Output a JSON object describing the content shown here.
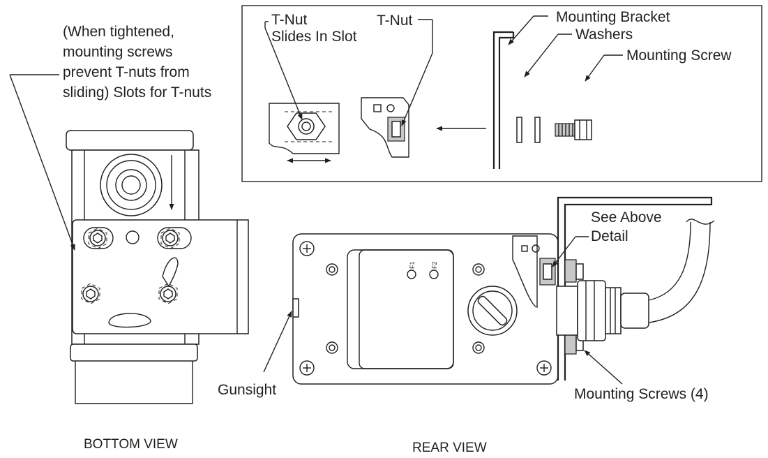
{
  "labels": {
    "note_line1": "(When tightened,",
    "note_line2": "mounting screws",
    "note_line3": "prevent T-nuts from",
    "note_line4": "sliding) Slots for T-nuts",
    "tnut_slides_line1": "T-Nut",
    "tnut_slides_line2": "Slides In Slot",
    "tnut": "T-Nut",
    "mounting_bracket": "Mounting Bracket",
    "washers": "Washers",
    "mounting_screw": "Mounting Screw",
    "see_above_line1": "See Above",
    "see_above_line2": "Detail",
    "gunsight": "Gunsight",
    "mounting_screws": "Mounting Screws (4)",
    "f1": "F1",
    "f2": "F2"
  },
  "captions": {
    "bottom_view": "BOTTOM VIEW",
    "rear_view": "REAR VIEW"
  },
  "colors": {
    "ink": "#231f20",
    "fill_gray": "#c8c8c8",
    "background": "#ffffff"
  }
}
